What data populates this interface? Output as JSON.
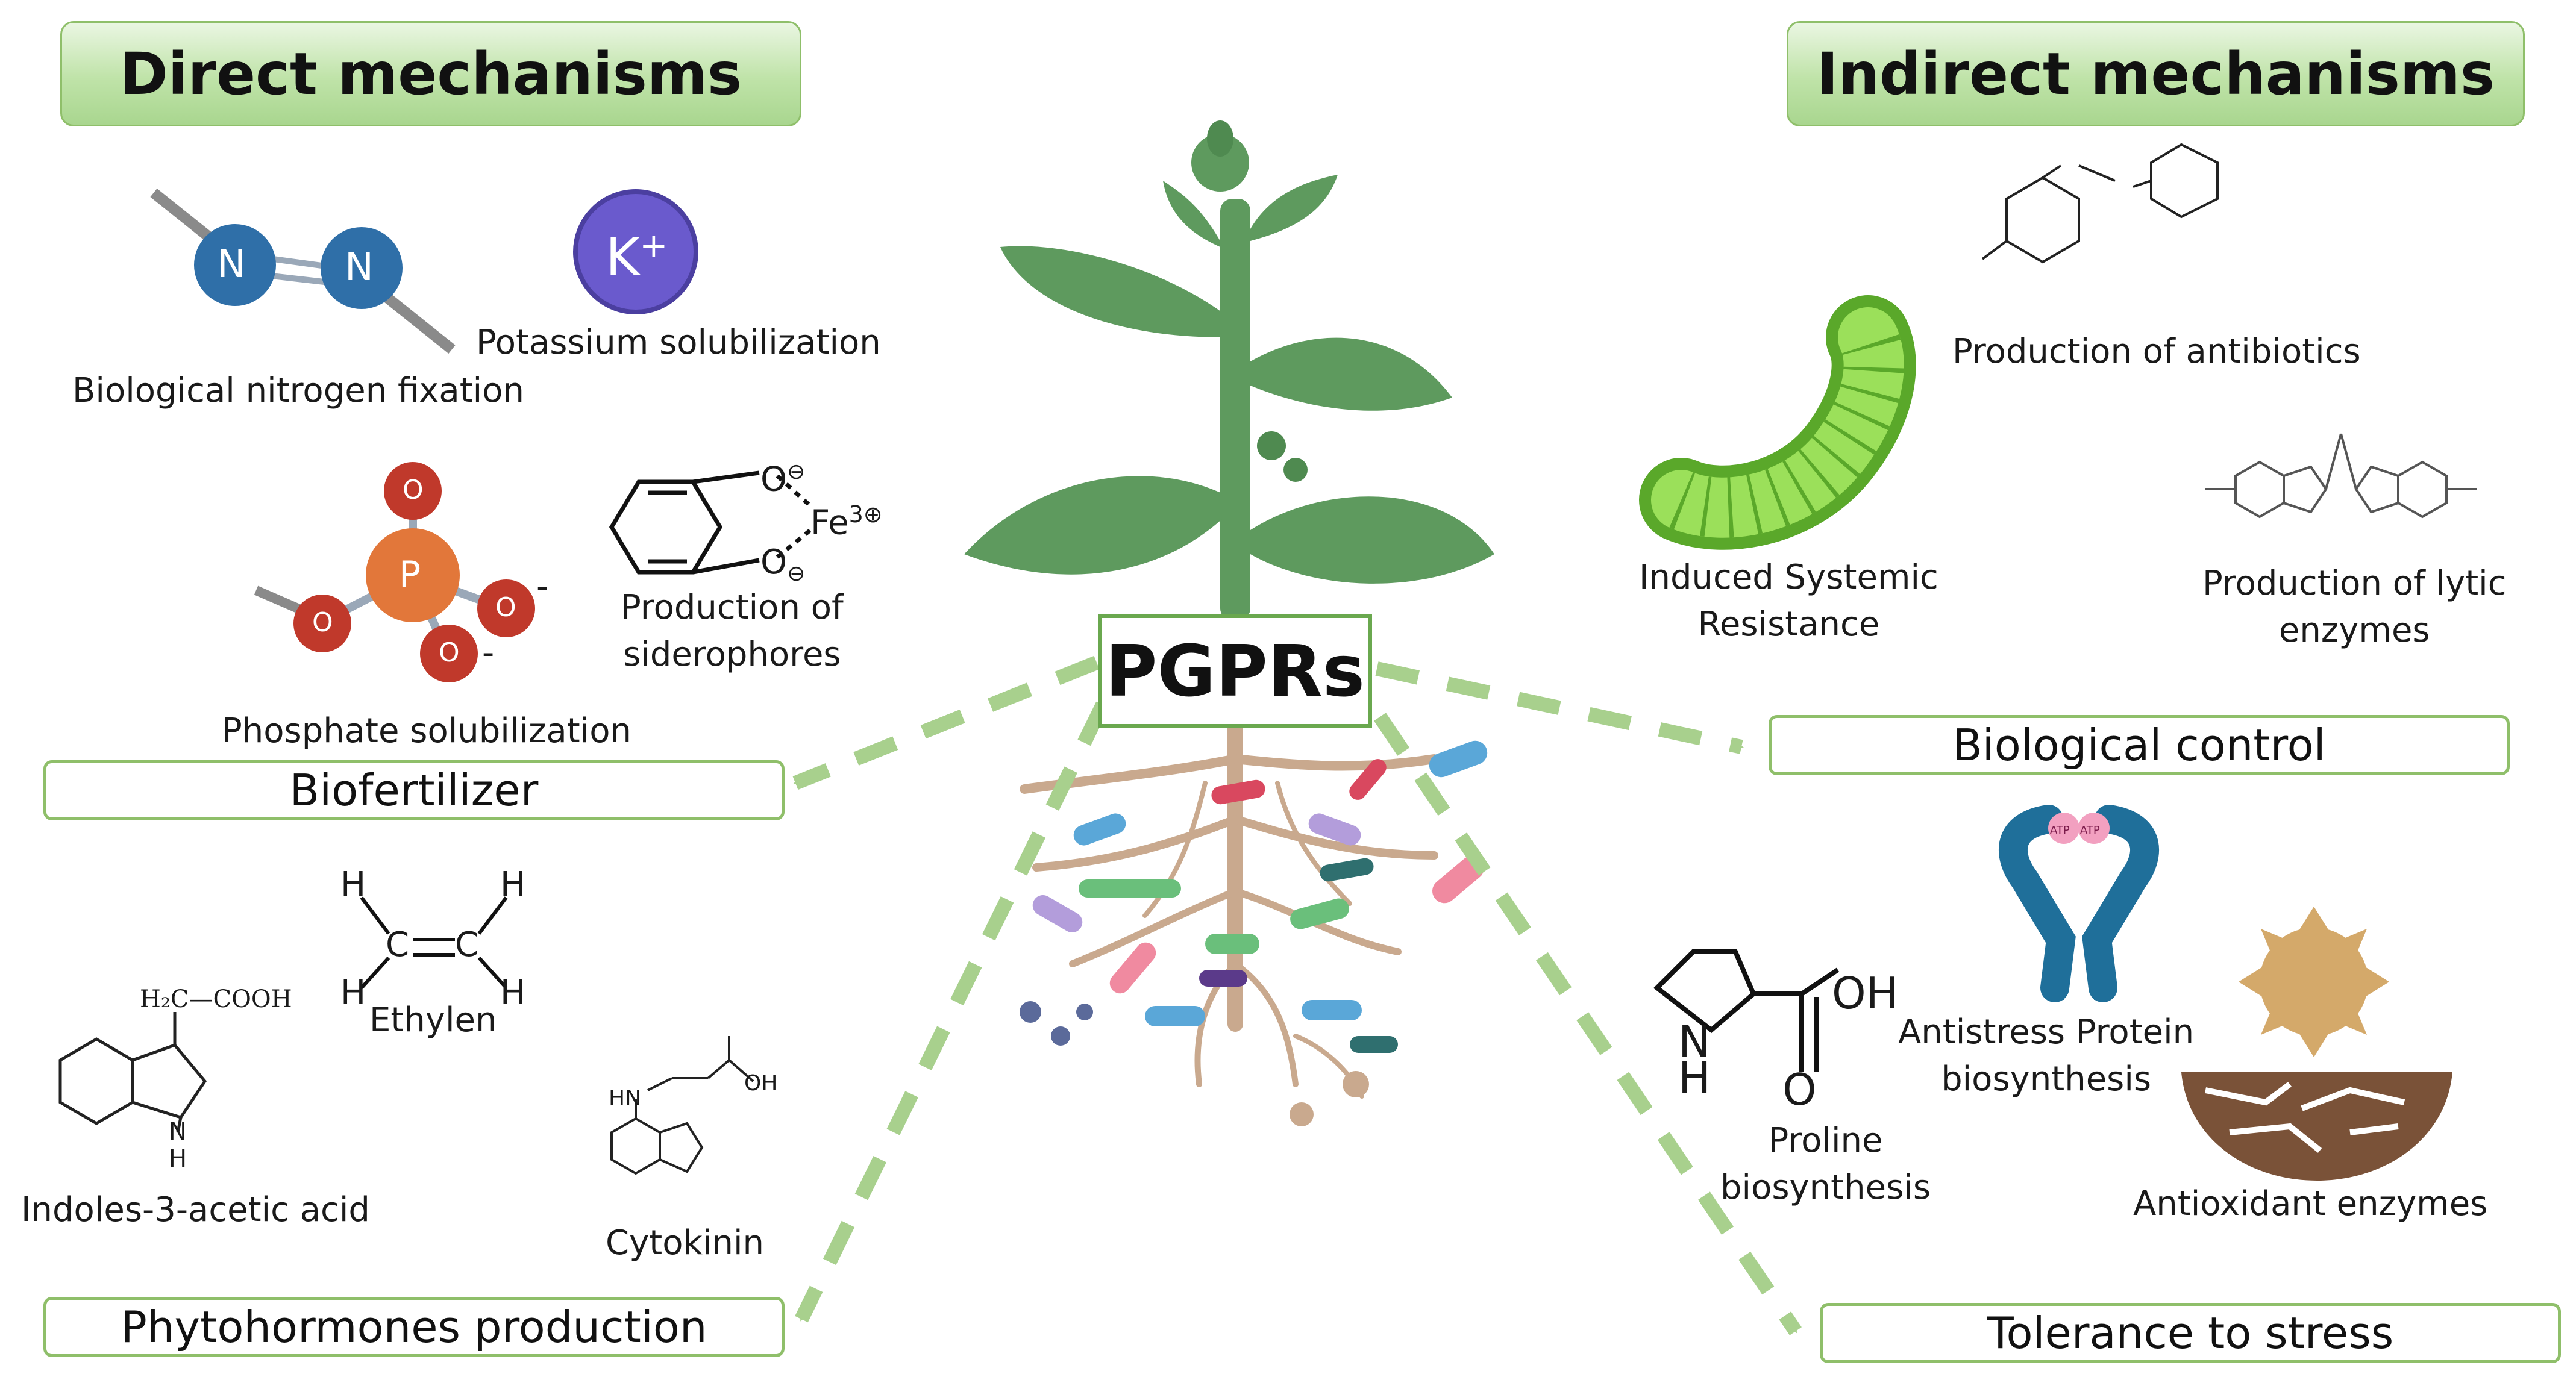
{
  "headers": {
    "direct": "Direct mechanisms",
    "indirect": "Indirect mechanisms"
  },
  "center": {
    "label": "PGPRs"
  },
  "boxes": {
    "biofertilizer": "Biofertilizer",
    "phytohormones": "Phytohormones production",
    "biological_control": "Biological control",
    "tolerance": "Tolerance to stress"
  },
  "direct_items": {
    "nitrogen": "Biological nitrogen fixation",
    "potassium": "Potassium solubilization",
    "siderophores_1": "Production of",
    "siderophores_2": "siderophores",
    "phosphate": "Phosphate solubilization",
    "ethylen": "Ethylen",
    "iaa": "Indoles-3-acetic acid",
    "cytokinin": "Cytokinin"
  },
  "indirect_items": {
    "antibiotics": "Production of antibiotics",
    "isr_1": "Induced Systemic",
    "isr_2": "Resistance",
    "lytic_1": "Production of lytic",
    "lytic_2": "enzymes",
    "antistress_1": "Antistress Protein",
    "antistress_2": "biosynthesis",
    "proline_1": "Proline",
    "proline_2": "biosynthesis",
    "antioxidant": "Antioxidant enzymes"
  },
  "chem": {
    "n_atom": "N",
    "k_ion": "K",
    "k_charge": "+",
    "p_atom": "P",
    "o_atom": "O",
    "minus": "-",
    "o_neg": "O",
    "fe": "Fe",
    "fe_charge": "3⊕",
    "ominus": "⊖",
    "h": "H",
    "c": "C",
    "h2c_cooh": "H₂C—COOH",
    "nh": "N",
    "hn": "HN",
    "oh": "OH",
    "o": "O",
    "atp": "ATP"
  },
  "colors": {
    "green_box": "#8fbf6a",
    "arrow": "#a8d08d",
    "plant": "#5e9a5e",
    "root": "#c9a98e",
    "nitrogen": "#2f6fa8",
    "potassium": "#6a5acd",
    "phosphorus": "#e2773a",
    "oxygen": "#c0392b",
    "caterpillar": "#7ccf3a",
    "sun": "#d4a96a",
    "soil": "#7a5238"
  }
}
